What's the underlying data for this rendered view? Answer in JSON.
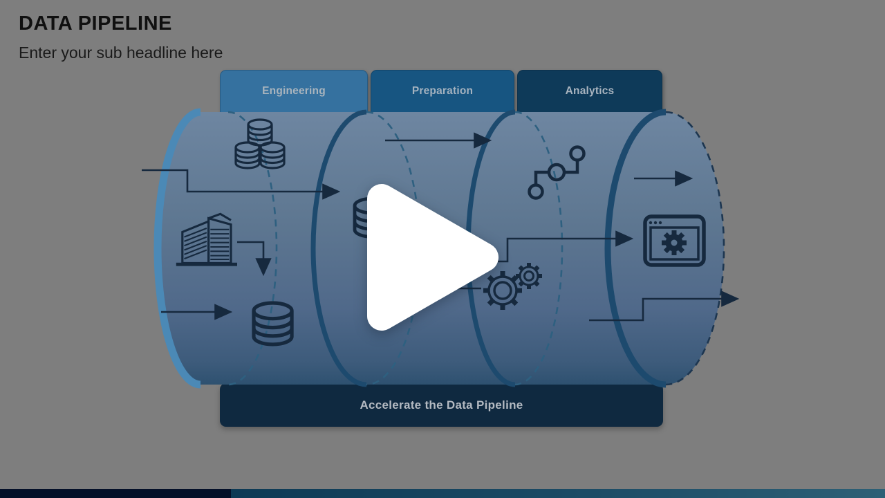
{
  "video_player": {
    "play_icon": "play-icon",
    "thumbnail_dimmed": true
  },
  "slide": {
    "title": "DATA PIPELINE",
    "subtitle": "Enter your sub headline here",
    "tabs": [
      {
        "label": "Engineering",
        "color": "#35719f"
      },
      {
        "label": "Preparation",
        "color": "#175581"
      },
      {
        "label": "Analytics",
        "color": "#0e3a59"
      }
    ],
    "banner_label": "Accelerate the Data Pipeline",
    "diagram": {
      "type": "segmented-pipeline-cylinder",
      "segments": [
        "Engineering",
        "Preparation",
        "Analytics"
      ],
      "icons": [
        "database-cluster-icon",
        "building-icon",
        "database-icon",
        "database-icon",
        "workflow-nodes-icon",
        "gears-icon",
        "browser-settings-icon"
      ],
      "colors": {
        "cylinder_body": "#5e7791",
        "rim_accent": "#4b89b6",
        "boundary_solid": "#1d4a6e",
        "boundary_dashed": "#2e6080",
        "icon_and_arrow": "#16293e",
        "banner": "#0f2940",
        "stripe_left": "#041029",
        "stripe_right": "#2d6076"
      }
    }
  }
}
